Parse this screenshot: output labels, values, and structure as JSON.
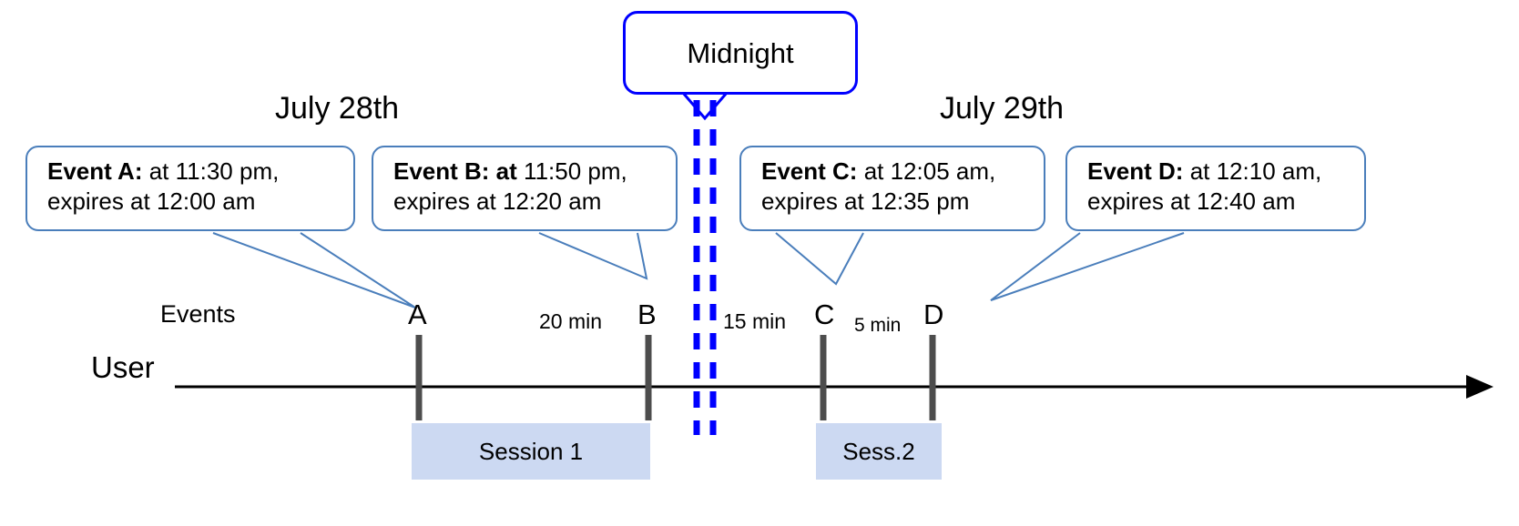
{
  "diagram": {
    "title": "Event expiry across midnight session timeline",
    "colors": {
      "callout_border": "#4a7ebb",
      "midnight_border": "#0000ff",
      "midnight_dashes": "#0000ff",
      "session_fill": "#ccd9f2",
      "tick_mark": "#4d4d4d",
      "axis_line": "#000000",
      "leader_line": "#4a7ebb"
    }
  },
  "midnight": {
    "label": "Midnight"
  },
  "dates": {
    "left": "July 28th",
    "right": "July 29th"
  },
  "axis": {
    "events_label": "Events",
    "user_label": "User"
  },
  "callouts": [
    {
      "id": "a",
      "lead": "Event A:",
      "rest": " at 11:30 pm,\nexpires at 12:00 am"
    },
    {
      "id": "b",
      "lead": "Event B: at",
      "rest": " 11:50 pm,\nexpires at 12:20 am"
    },
    {
      "id": "c",
      "lead": "Event C:",
      "rest": " at 12:05 am,\nexpires at 12:35 pm"
    },
    {
      "id": "d",
      "lead": "Event D:",
      "rest": "  at 12:10 am,\nexpires at 12:40 am"
    }
  ],
  "events": [
    {
      "letter": "A",
      "time": "11:30 pm",
      "expires": "12:00 am"
    },
    {
      "letter": "B",
      "time": "11:50 pm",
      "expires": "12:20 am"
    },
    {
      "letter": "C",
      "time": "12:05 am",
      "expires": "12:35 pm"
    },
    {
      "letter": "D",
      "time": "12:10 am",
      "expires": "12:40 am"
    }
  ],
  "intervals": [
    {
      "from": "A",
      "to": "B",
      "label": "20 min"
    },
    {
      "from": "B",
      "to": "C",
      "label": "15 min"
    },
    {
      "from": "C",
      "to": "D",
      "label": "5 min"
    }
  ],
  "sessions": [
    {
      "label": "Session 1",
      "spans": "A to B"
    },
    {
      "label": "Sess.2",
      "spans": "C to D"
    }
  ]
}
